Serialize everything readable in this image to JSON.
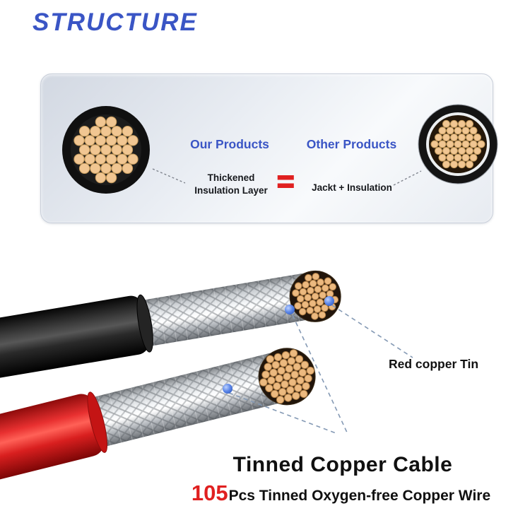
{
  "title": "STRUCTURE",
  "panel": {
    "our_products_label": "Our Products",
    "other_products_label": "Other Products",
    "thickened_insulation_label": "Thickened\nInsulation Layer",
    "equals_sign": "=",
    "jacket_insulation_label": "Jackt + Insulation"
  },
  "callouts": {
    "red_copper_tin": "Red copper Tin",
    "cable_title": "Tinned Copper Cable",
    "wire_count": "105",
    "wire_count_suffix": "Pcs Tinned Oxygen-free Copper Wire"
  },
  "icons": {
    "equals_icon": "=",
    "indicator_dot_icon": "blue-dot"
  },
  "colors": {
    "accent_blue": "#3a55c5",
    "accent_red": "#e02020",
    "copper_strand": "#f1c692",
    "copper_strand_outline": "#c49a5c",
    "tinned_braid_silver": "#d7dadd",
    "indicator_dot_blue": "#3f6fd8"
  }
}
